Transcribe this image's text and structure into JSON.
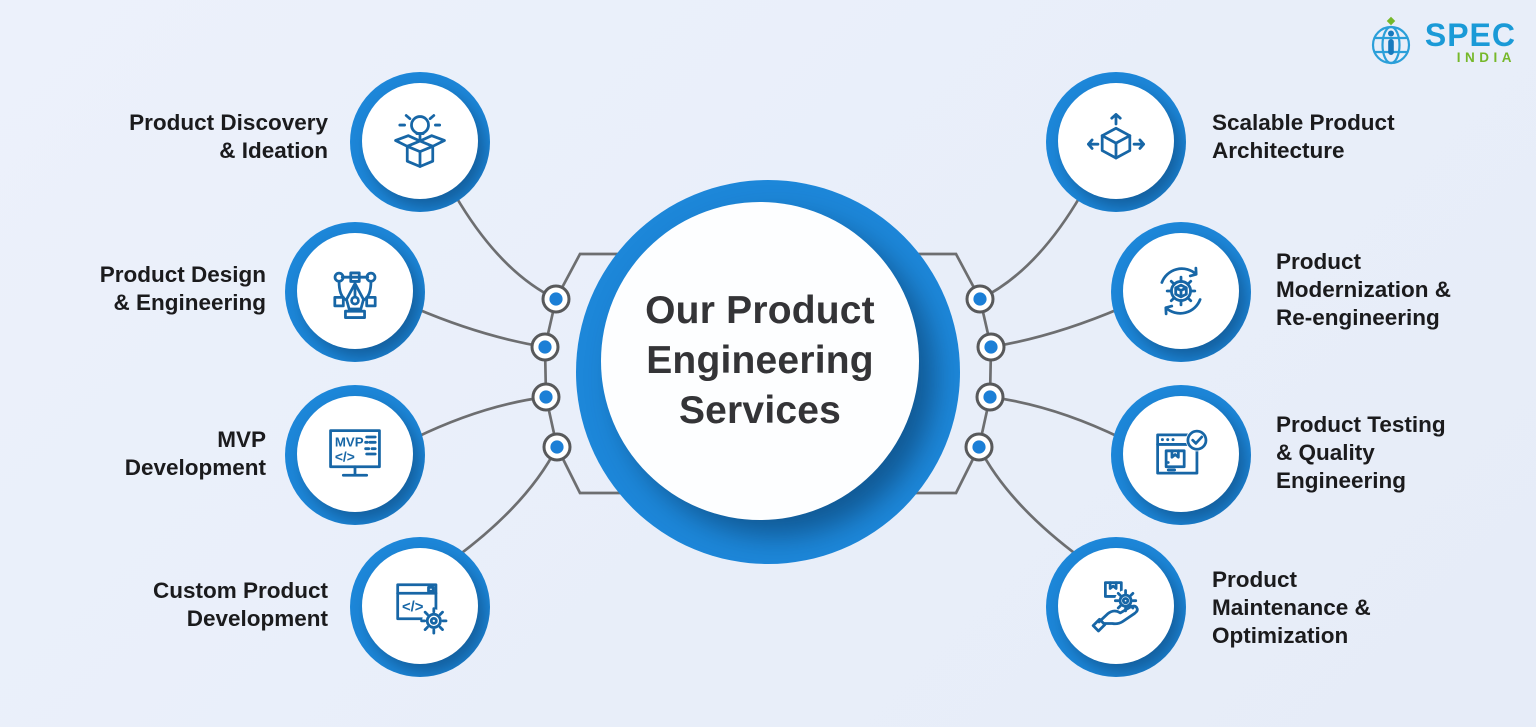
{
  "logo": {
    "brand": "SPEC",
    "country": "INDIA"
  },
  "center": {
    "title_lines": [
      "Our Product",
      "Engineering",
      "Services"
    ]
  },
  "services": {
    "left": [
      {
        "label": "Product Discovery & Ideation",
        "lines": [
          "Product Discovery",
          "& Ideation"
        ],
        "icon": "box-lightbulb-icon"
      },
      {
        "label": "Product Design & Engineering",
        "lines": [
          "Product Design",
          "& Engineering"
        ],
        "icon": "pen-tool-icon"
      },
      {
        "label": "MVP Development",
        "lines": [
          "MVP",
          "Development"
        ],
        "icon": "mvp-monitor-icon"
      },
      {
        "label": "Custom Product Development",
        "lines": [
          "Custom Product",
          "Development"
        ],
        "icon": "code-window-gear-icon"
      }
    ],
    "right": [
      {
        "label": "Scalable Product Architecture",
        "lines": [
          "Scalable Product",
          "Architecture"
        ],
        "icon": "scalable-cube-icon"
      },
      {
        "label": "Product Modernization & Re-engineering",
        "lines": [
          "Product",
          "Modernization &",
          "Re-engineering"
        ],
        "icon": "gear-cycle-icon"
      },
      {
        "label": "Product Testing & Quality Engineering",
        "lines": [
          "Product Testing",
          "& Quality",
          "Engineering"
        ],
        "icon": "browser-check-package-icon"
      },
      {
        "label": "Product Maintenance & Optimization",
        "lines": [
          "Product",
          "Maintenance &",
          "Optimization"
        ],
        "icon": "hand-box-gear-icon"
      }
    ]
  },
  "colors": {
    "background": "#e9eefa",
    "ring_blue": "#1d87d9",
    "shadow_navy": "#0d4a7e",
    "icon_blue": "#1766a6",
    "line_gray": "#6d6e70",
    "dot_blue": "#1c7fd6",
    "text_dark": "#1b1b1d",
    "logo_blue": "#1a9ad7",
    "logo_green": "#76b82a"
  }
}
